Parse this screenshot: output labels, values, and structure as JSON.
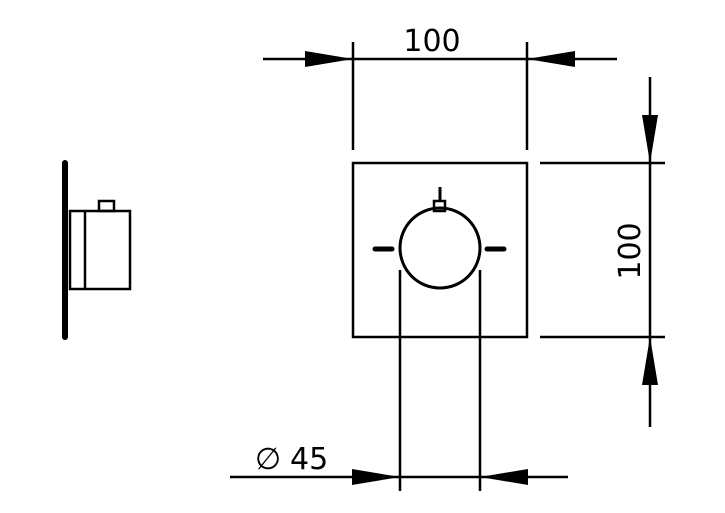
{
  "dimensions": {
    "width_label": "100",
    "height_label": "100",
    "diameter_label": "45",
    "diameter_symbol": "∅"
  }
}
